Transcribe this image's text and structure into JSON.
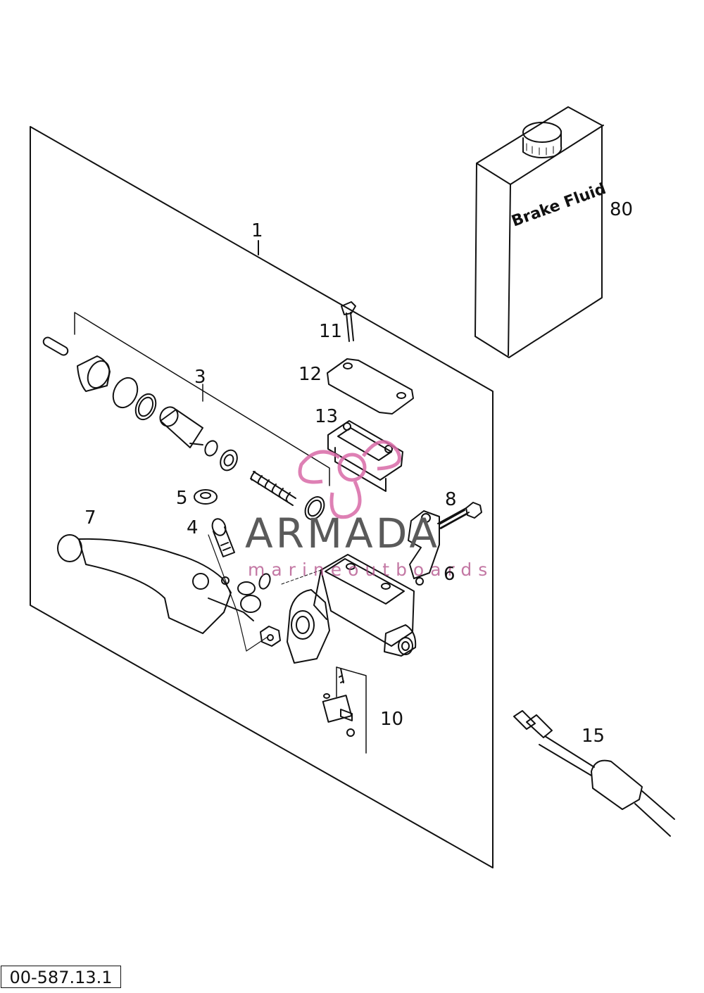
{
  "callouts": {
    "c1": "1",
    "c3": "3",
    "c4": "4",
    "c5": "5",
    "c6": "6",
    "c7": "7",
    "c8": "8",
    "c10": "10",
    "c11": "11",
    "c12": "12",
    "c13": "13",
    "c15": "15",
    "c80": "80"
  },
  "bottle_label": "Brake Fluid",
  "watermark": {
    "title": "ARMADA",
    "subtitle": "marineoutboards",
    "logo_color": "#d96aa7"
  },
  "reference_code": "00-587.13.1"
}
